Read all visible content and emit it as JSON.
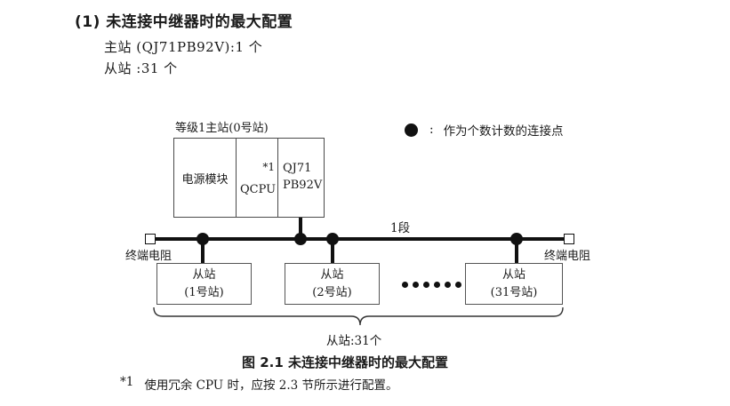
{
  "header": {
    "title": "(1) 未连接中继器时的最大配置",
    "master_count": "主站 (QJ71PB92V):1 个",
    "slave_count": "从站 :31 个"
  },
  "diagram": {
    "master_station": {
      "label": "等级1主站(0号站)",
      "cells": {
        "power": "电源模块",
        "cpu": "QCPU",
        "cpu_note_ref": "*1",
        "module_line1": "QJ71",
        "module_line2": "PB92V"
      }
    },
    "legend": {
      "colon": ":",
      "text": "作为个数计数的连接点"
    },
    "segment_label": "1段",
    "terminator_left": "终端电阻",
    "terminator_right": "终端电阻",
    "slaves": [
      {
        "line1": "从站",
        "line2": "(1号站)"
      },
      {
        "line1": "从站",
        "line2": "(2号站)"
      },
      {
        "line1": "从站",
        "line2": "(31号站)"
      }
    ],
    "brace_label": "从站:31个"
  },
  "caption": "图 2.1 未连接中继器时的最大配置",
  "footnote": {
    "marker": "*1",
    "text": "使用冗余 CPU 时，应按 2.3 节所示进行配置。"
  },
  "colors": {
    "line": "#111111",
    "box_border": "#4a4a4a",
    "text": "#1a1a1a"
  }
}
